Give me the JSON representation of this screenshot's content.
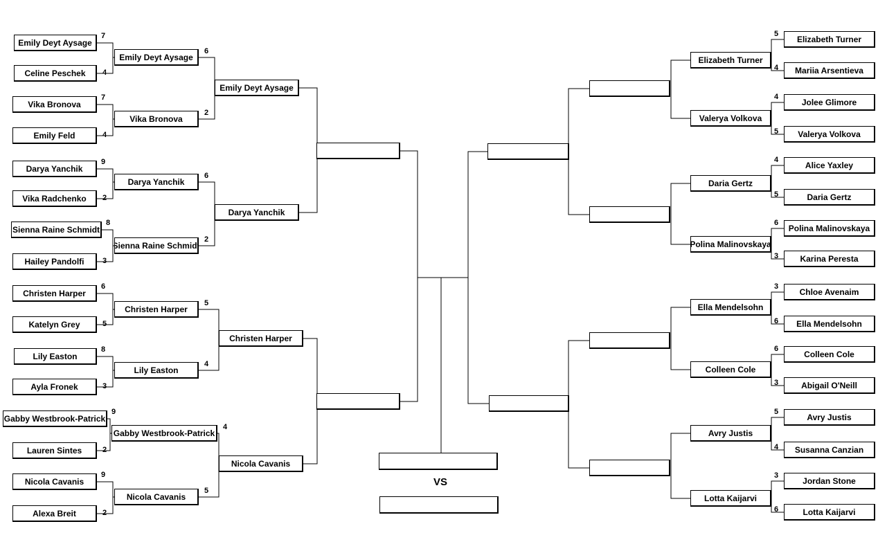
{
  "round1_left": [
    {
      "name": "Emily Deyt Aysage",
      "score": "7"
    },
    {
      "name": "Celine Peschek",
      "score": "4"
    },
    {
      "name": "Vika Bronova",
      "score": "7"
    },
    {
      "name": "Emily Feld",
      "score": "4"
    },
    {
      "name": "Darya Yanchik",
      "score": "9"
    },
    {
      "name": "Vika Radchenko",
      "score": "2"
    },
    {
      "name": "Sienna Raine Schmidt",
      "score": "8"
    },
    {
      "name": "Hailey Pandolfi",
      "score": "3"
    },
    {
      "name": "Christen Harper",
      "score": "6"
    },
    {
      "name": "Katelyn Grey",
      "score": "5"
    },
    {
      "name": "Lily Easton",
      "score": "8"
    },
    {
      "name": "Ayla Fronek",
      "score": "3"
    },
    {
      "name": "Gabby Westbrook-Patrick",
      "score": "9"
    },
    {
      "name": "Lauren Sintes",
      "score": "2"
    },
    {
      "name": "Nicola Cavanis",
      "score": "9"
    },
    {
      "name": "Alexa Breit",
      "score": "2"
    }
  ],
  "round2_left": [
    {
      "name": "Emily Deyt Aysage",
      "score": "6"
    },
    {
      "name": "Vika Bronova",
      "score": "2"
    },
    {
      "name": "Darya Yanchik",
      "score": "6"
    },
    {
      "name": "Sienna Raine Schmidt",
      "score": "2"
    },
    {
      "name": "Christen Harper",
      "score": "5"
    },
    {
      "name": "Lily Easton",
      "score": "4"
    },
    {
      "name": "Gabby Westbrook-Patrick",
      "score": "4"
    },
    {
      "name": "Nicola Cavanis",
      "score": "5"
    }
  ],
  "round3_left": [
    {
      "name": "Emily Deyt Aysage"
    },
    {
      "name": "Darya Yanchik"
    },
    {
      "name": "Christen Harper"
    },
    {
      "name": "Nicola Cavanis"
    }
  ],
  "round1_right": [
    {
      "name": "Elizabeth Turner",
      "score": "5"
    },
    {
      "name": "Mariia Arsentieva",
      "score": "4"
    },
    {
      "name": "Jolee Glimore",
      "score": "4"
    },
    {
      "name": "Valerya Volkova",
      "score": "5"
    },
    {
      "name": "Alice Yaxley",
      "score": "4"
    },
    {
      "name": "Daria Gertz",
      "score": "5"
    },
    {
      "name": "Polina Malinovskaya",
      "score": "6"
    },
    {
      "name": "Karina Peresta",
      "score": "3"
    },
    {
      "name": "Chloe Avenaim",
      "score": "3"
    },
    {
      "name": "Ella Mendelsohn",
      "score": "6"
    },
    {
      "name": "Colleen Cole",
      "score": "6"
    },
    {
      "name": "Abigail O'Neill",
      "score": "3"
    },
    {
      "name": "Avry Justis",
      "score": "5"
    },
    {
      "name": "Susanna Canzian",
      "score": "4"
    },
    {
      "name": "Jordan Stone",
      "score": "3"
    },
    {
      "name": "Lotta Kaijarvi",
      "score": "6"
    }
  ],
  "round2_right": [
    {
      "name": "Elizabeth Turner"
    },
    {
      "name": "Valerya Volkova"
    },
    {
      "name": "Daria Gertz"
    },
    {
      "name": "Polina Malinovskaya"
    },
    {
      "name": "Ella Mendelsohn"
    },
    {
      "name": "Colleen Cole"
    },
    {
      "name": "Avry Justis"
    },
    {
      "name": "Lotta Kaijarvi"
    }
  ],
  "final": {
    "vs_label": "VS"
  }
}
